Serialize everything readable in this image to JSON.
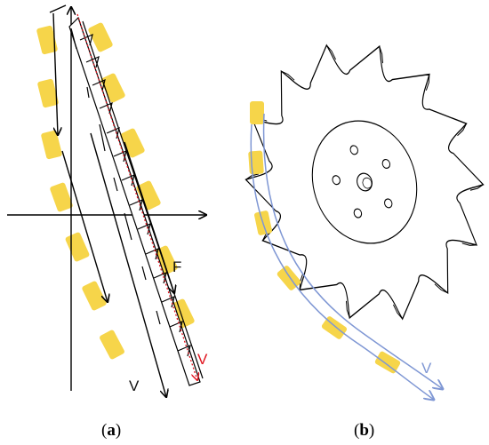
{
  "panel_a": {
    "caption_open": "(",
    "caption_letter": "a",
    "caption_close": ")",
    "label_F": "F",
    "label_V_red": "V",
    "label_V": "V"
  },
  "panel_b": {
    "caption_open": "(",
    "caption_letter": "b",
    "caption_close": ")",
    "label_V": "V",
    "tooth_count": 14
  },
  "colors": {
    "highlight": "#F6D54A",
    "line": "#000000",
    "red": "#E0141E",
    "blue": "#7F97D4"
  }
}
